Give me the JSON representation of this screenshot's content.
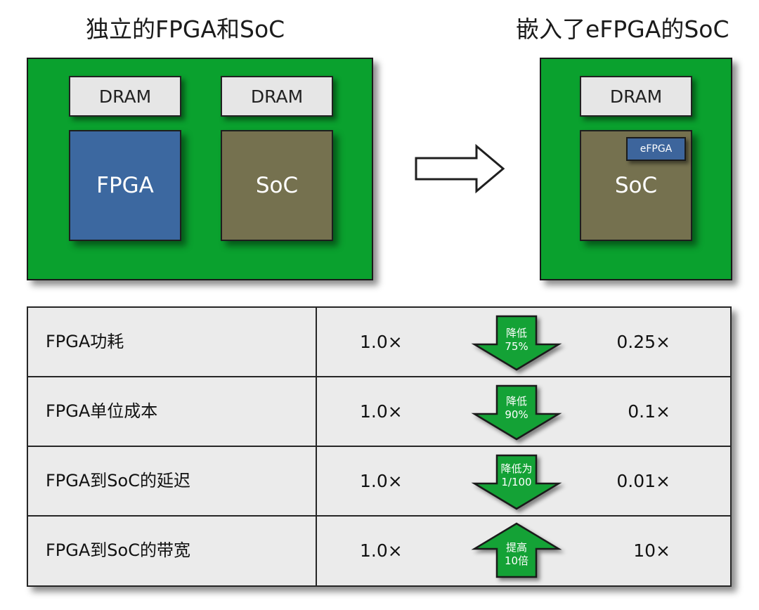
{
  "titles": {
    "left": "独立的FPGA和SoC",
    "right": "嵌入了eFPGA的SoC"
  },
  "left_board": {
    "dram_1": "DRAM",
    "dram_2": "DRAM",
    "fpga_chip": "FPGA",
    "soc_chip": "SoC"
  },
  "right_board": {
    "dram": "DRAM",
    "soc_chip": "SoC",
    "efpga_block": "eFPGA"
  },
  "colors": {
    "board_green": "#0aa12e",
    "fpga_blue": "#3c68a0",
    "soc_olive": "#75714f",
    "arrow_green": "#14a236",
    "table_bg": "#ebebeb"
  },
  "table": {
    "rows": [
      {
        "metric": "FPGA功耗",
        "before": "1.0×",
        "after": "0.25×",
        "direction": "down",
        "change_line1": "降低",
        "change_line2": "75%"
      },
      {
        "metric": "FPGA单位成本",
        "before": "1.0×",
        "after": "0.1×",
        "direction": "down",
        "change_line1": "降低",
        "change_line2": "90%"
      },
      {
        "metric": "FPGA到SoC的延迟",
        "before": "1.0×",
        "after": "0.01×",
        "direction": "down",
        "change_line1": "降低为",
        "change_line2": "1/100"
      },
      {
        "metric": "FPGA到SoC的带宽",
        "before": "1.0×",
        "after": "10×",
        "direction": "up",
        "change_line1": "提高",
        "change_line2": "10倍"
      }
    ]
  }
}
